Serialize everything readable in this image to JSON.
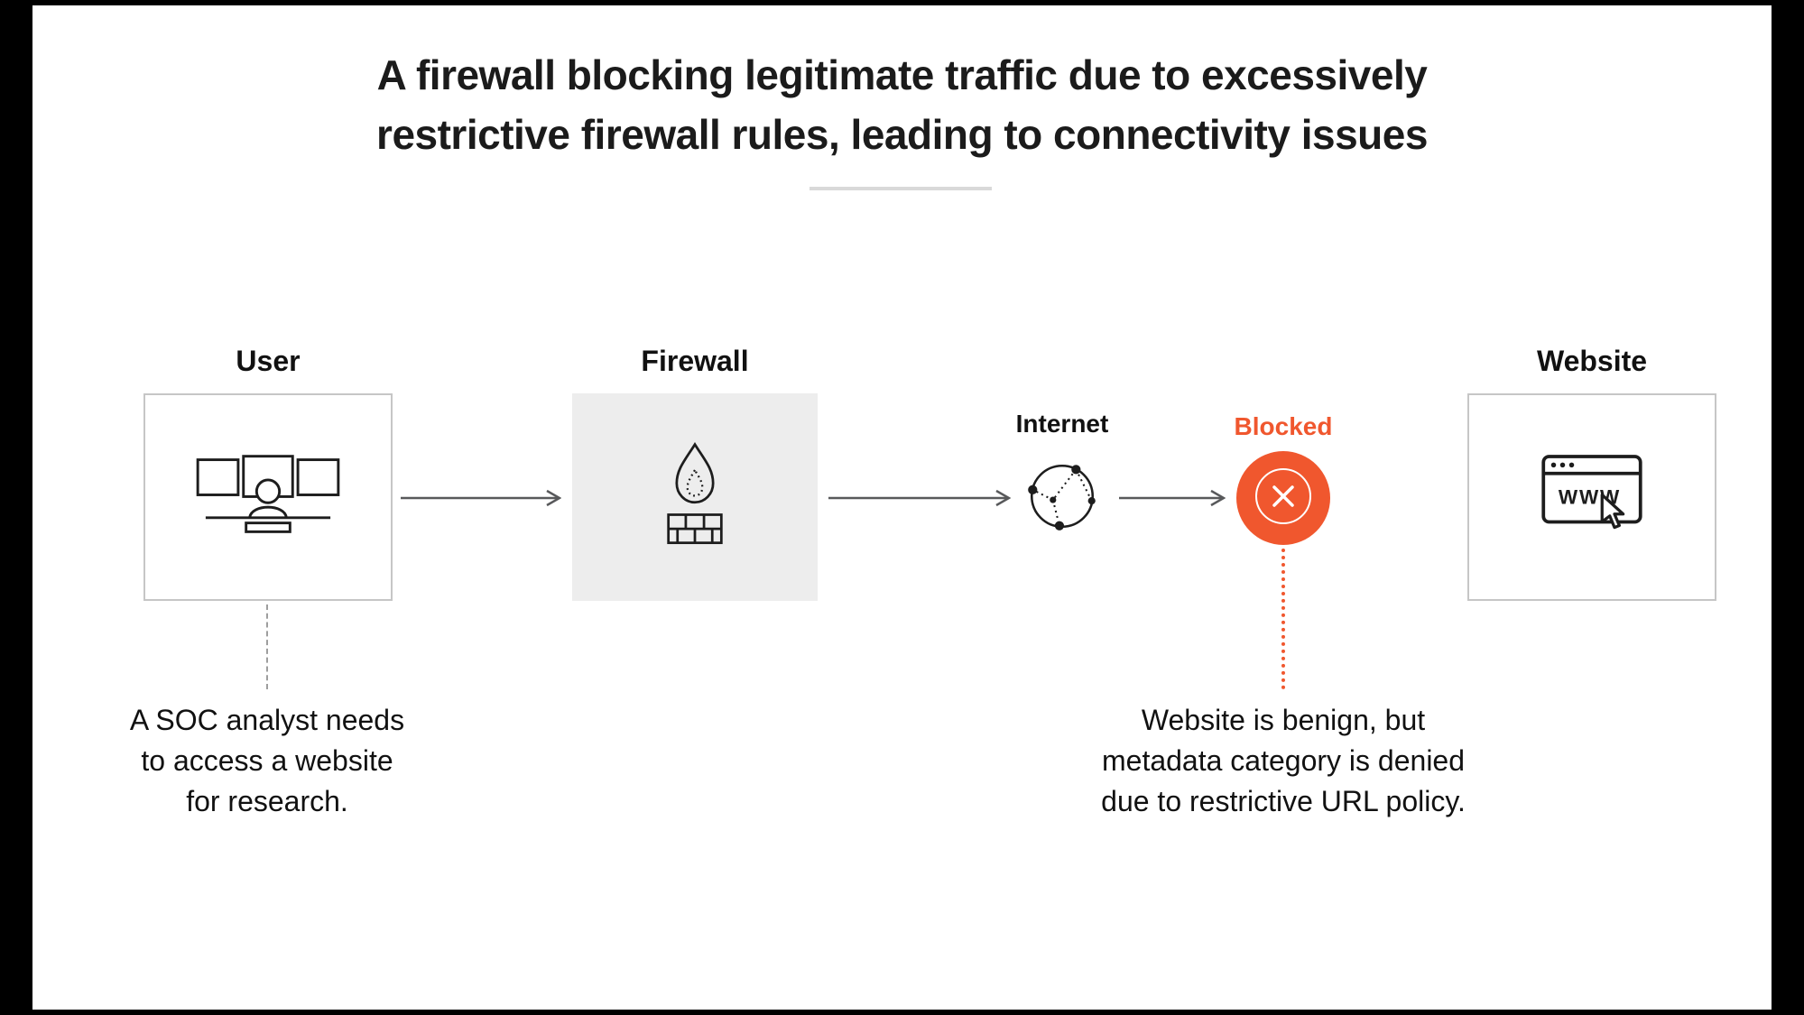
{
  "title": {
    "line1": "A firewall blocking legitimate traffic due to excessively",
    "line2": "restrictive firewall rules, leading to connectivity issues"
  },
  "nodes": {
    "user": {
      "label": "User"
    },
    "firewall": {
      "label": "Firewall"
    },
    "internet": {
      "label": "Internet"
    },
    "blocked": {
      "label": "Blocked"
    },
    "website": {
      "label": "Website",
      "www_text": "WWW"
    }
  },
  "captions": {
    "user": {
      "lines": [
        "A SOC analyst needs",
        "to access a website",
        "for research."
      ]
    },
    "blocked": {
      "lines": [
        "Website is benign, but",
        "metadata category is denied",
        "due to restrictive URL policy."
      ]
    }
  },
  "icons": {
    "user": "workstation-monitors-icon",
    "firewall": "flame-brick-wall-icon",
    "internet": "network-globe-icon",
    "blocked": "blocked-x-circle-icon",
    "website": "browser-window-cursor-icon"
  },
  "colors": {
    "accent_orange": "#F0572E",
    "firewall_box_bg": "#EDEDED",
    "box_border": "#C6C6C6",
    "arrow_gray": "#58595B",
    "title_text": "#1B1B1B",
    "divider_gray": "#D9D9D9"
  }
}
